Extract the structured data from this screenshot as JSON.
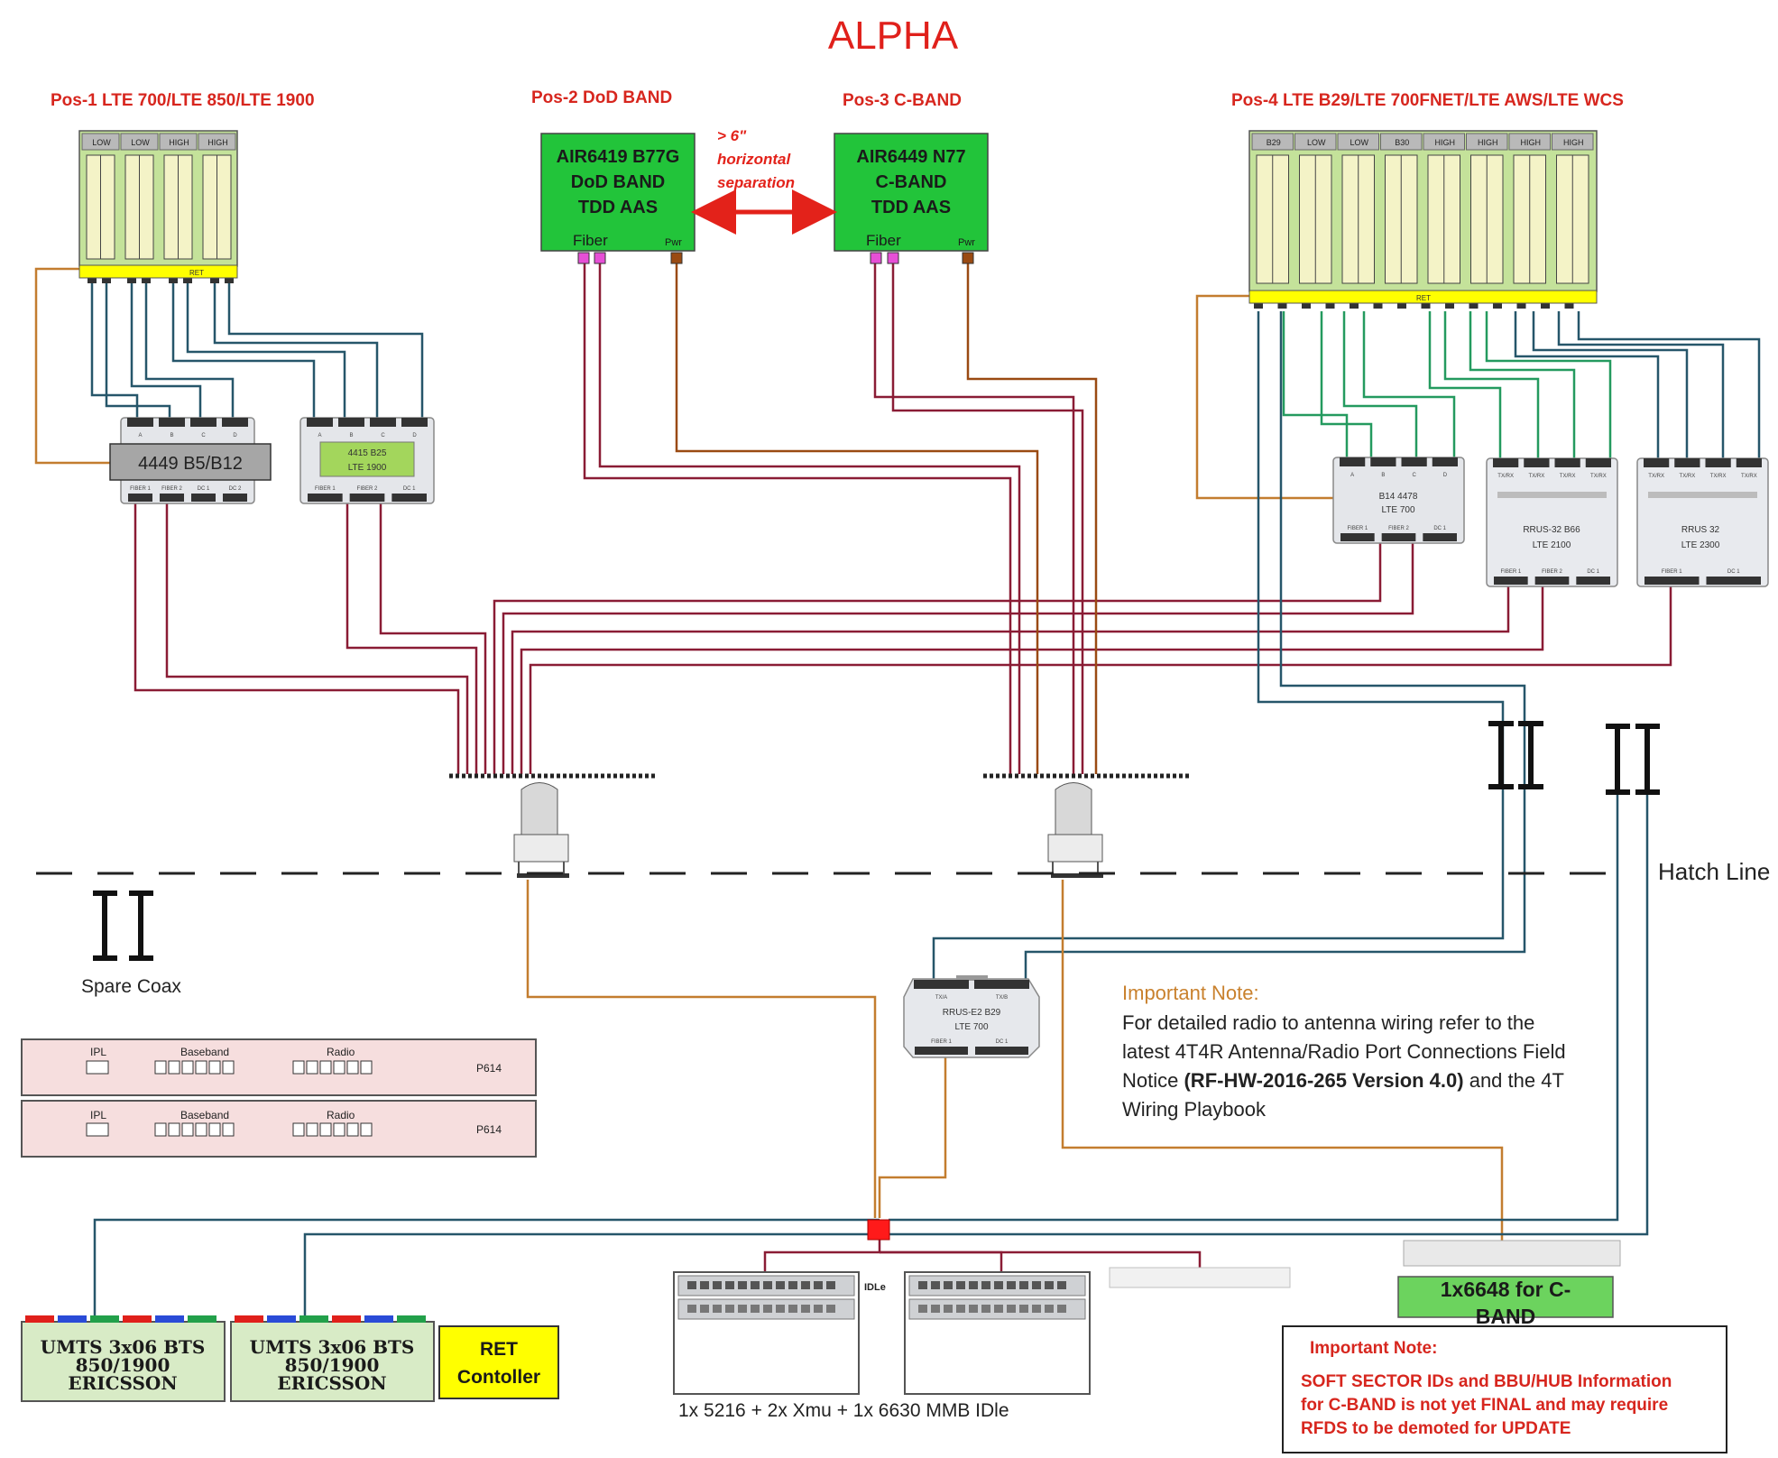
{
  "title": "ALPHA",
  "positions": {
    "pos1": "Pos-1 LTE 700/LTE 850/LTE 1900",
    "pos2": "Pos-2 DoD BAND",
    "pos3": "Pos-3 C-BAND",
    "pos4": "Pos-4 LTE B29/LTE 700FNET/LTE AWS/LTE WCS"
  },
  "antenna1": {
    "ports": [
      "LOW",
      "LOW",
      "HIGH",
      "HIGH"
    ],
    "ret": "RET"
  },
  "antenna4": {
    "ports": [
      "B29",
      "LOW",
      "LOW",
      "B30",
      "HIGH",
      "HIGH",
      "HIGH",
      "HIGH"
    ],
    "ret": "RET"
  },
  "air6419": {
    "line1": "AIR6419 B77G",
    "line2": "DoD BAND",
    "line3": "TDD AAS",
    "fiber": "Fiber",
    "pwr": "Pwr"
  },
  "air6449": {
    "line1": "AIR6449 N77",
    "line2": "C-BAND",
    "line3": "TDD AAS",
    "fiber": "Fiber",
    "pwr": "Pwr"
  },
  "separation": {
    "line1": "> 6\"",
    "line2": "horizontal",
    "line3": "separation"
  },
  "radios": {
    "r4449": {
      "label": "4449 B5/B12",
      "ports": [
        "A",
        "B",
        "C",
        "D"
      ],
      "bottom": [
        "FIBER 1",
        "FIBER 2",
        "DC 1",
        "DC 2"
      ]
    },
    "r4415": {
      "line1": "4415 B25",
      "line2": "LTE 1900",
      "ports": [
        "A",
        "B",
        "C",
        "D"
      ],
      "bottom": [
        "FIBER 1",
        "FIBER 2",
        "DC 1"
      ]
    },
    "b14": {
      "line1": "B14 4478",
      "line2": "LTE 700",
      "ports": [
        "A",
        "B",
        "C",
        "D"
      ],
      "bottom": [
        "FIBER 1",
        "FIBER 2",
        "DC 1"
      ]
    },
    "rrus866": {
      "line1": "RRUS-32 B66",
      "line2": "LTE 2100",
      "ports": [
        "TX/RX",
        "TX/RX",
        "TX/RX",
        "TX/RX"
      ],
      "bottom": [
        "FIBER 1",
        "FIBER 2",
        "DC 1"
      ]
    },
    "rrus2300": {
      "line1": "RRUS 32",
      "line2": "LTE 2300",
      "ports": [
        "TX/RX",
        "TX/RX",
        "TX/RX",
        "TX/RX"
      ],
      "bottom": [
        "FIBER 1",
        "DC 1"
      ]
    },
    "rruse2": {
      "line1": "RRUS-E2 B29",
      "line2": "LTE 700",
      "ports": [
        "TX/A",
        "TX/B"
      ],
      "bottom": [
        "FIBER 1",
        "DC 1"
      ]
    }
  },
  "hatch_line": "Hatch Line",
  "spare_coax": "Spare Coax",
  "p614": [
    {
      "ipl": "IPL",
      "baseband": "Baseband",
      "radio": "Radio",
      "tag": "P614"
    },
    {
      "ipl": "IPL",
      "baseband": "Baseband",
      "radio": "Radio",
      "tag": "P614"
    }
  ],
  "note1": {
    "heading": "Important Note:",
    "line1": "For detailed radio to antenna wiring refer to the",
    "line2": "latest 4T4R Antenna/Radio Port Connections Field",
    "line3_pre": "Notice ",
    "line3_bold": "(RF-HW-2016-265 Version 4.0)",
    "line3_post": " and the 4T",
    "line4": "Wiring Playbook"
  },
  "bts": [
    {
      "line1": "UMTS 3x06 BTS",
      "line2": "850/1900",
      "line3": "ERICSSON"
    },
    {
      "line1": "UMTS 3x06 BTS",
      "line2": "850/1900",
      "line3": "ERICSSON"
    }
  ],
  "ret_controller": {
    "line1": "RET",
    "line2": "Contoller"
  },
  "bbu_label": "1x 5216 + 2x Xmu + 1x 6630 MMB IDle",
  "idle_tag": "IDLe",
  "cband_box": {
    "line1": "1x6648 for C-",
    "line2": "BAND"
  },
  "note2": {
    "heading": "Important Note:",
    "line1": "SOFT SECTOR IDs and BBU/HUB Information",
    "line2": "for C-BAND is not yet FINAL and may require",
    "line3": "RFDS to be demoted for UPDATE"
  },
  "colors": {
    "title_red": "#e0201b",
    "heading_red": "#d7261e",
    "antenna_green": "#c4e29a",
    "aas_green": "#22c43a",
    "radio_screen_green": "#a3d65c",
    "ret_yellow": "#ffff00",
    "fiber_magenta": "#e64fd6",
    "pwr_brown": "#9a4a12",
    "fiber_line": "#8a1c35",
    "power_line": "#c37d2f",
    "coax_teal": "#26566a",
    "coax_green": "#249a5f",
    "note_orange": "#c9812d",
    "p614_pink": "#f6dede",
    "bts_green": "#d8ebc6",
    "cband_green": "#6cd35e",
    "separation_red": "#e3221a"
  }
}
